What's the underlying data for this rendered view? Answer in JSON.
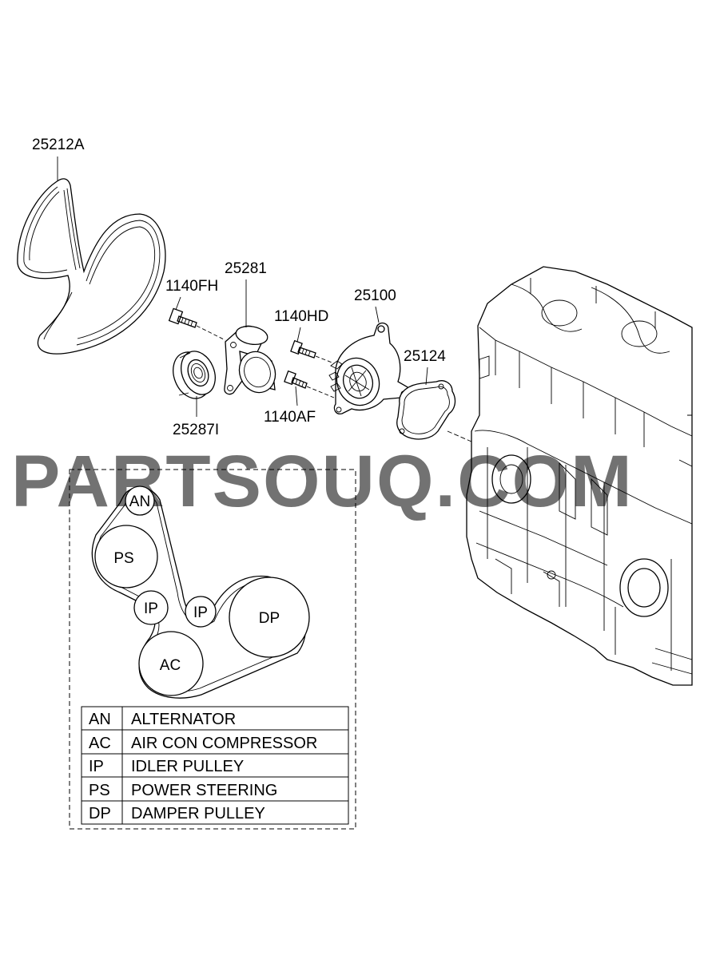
{
  "parts": {
    "belt": "25212A",
    "tensioner": "25281",
    "bolt_fh": "1140FH",
    "idler": "25287I",
    "bolt_hd": "1140HD",
    "bolt_af": "1140AF",
    "water_pump": "25100",
    "gasket": "25124"
  },
  "watermark": "PARTSOUQ.COM",
  "pulleys": {
    "an": "AN",
    "ps": "PS",
    "ip1": "IP",
    "ip2": "IP",
    "dp": "DP",
    "ac": "AC"
  },
  "legend": [
    {
      "code": "AN",
      "name": "ALTERNATOR"
    },
    {
      "code": "AC",
      "name": "AIR CON COMPRESSOR"
    },
    {
      "code": "IP",
      "name": "IDLER PULLEY"
    },
    {
      "code": "PS",
      "name": "POWER STEERING"
    },
    {
      "code": "DP",
      "name": "DAMPER PULLEY"
    }
  ]
}
